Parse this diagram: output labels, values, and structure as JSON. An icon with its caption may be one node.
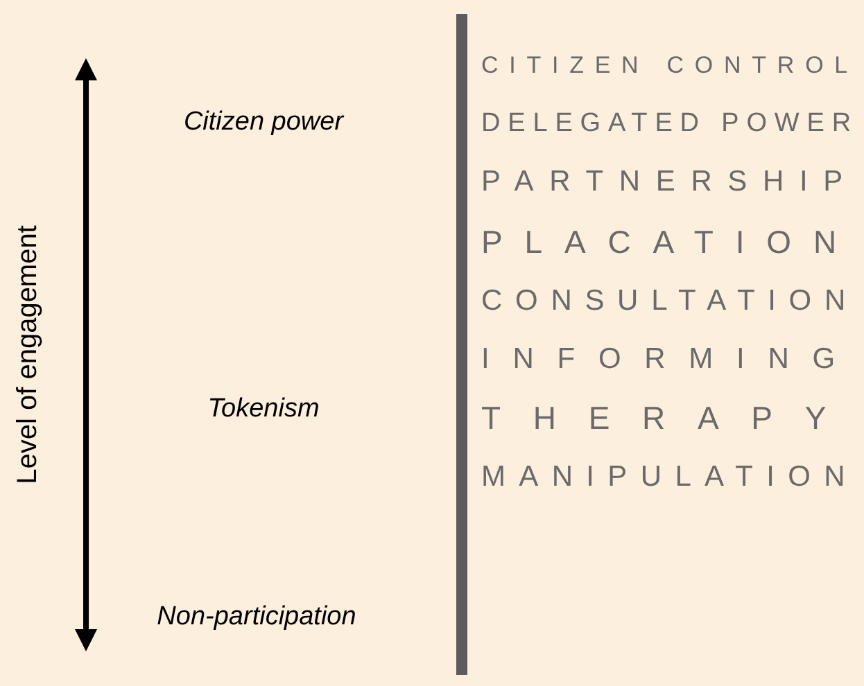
{
  "diagram": {
    "labels": [
      "Level of engagement",
      "Citizen power",
      "Tokenism",
      "Non-participation",
      "CITIZEN CONTROL",
      "DELEGATED POWER",
      "PARTNERSHIP",
      "PLACATION",
      "CONSULTATION",
      "INFORMING",
      "THERAPY",
      "MANIPULATION"
    ]
  }
}
